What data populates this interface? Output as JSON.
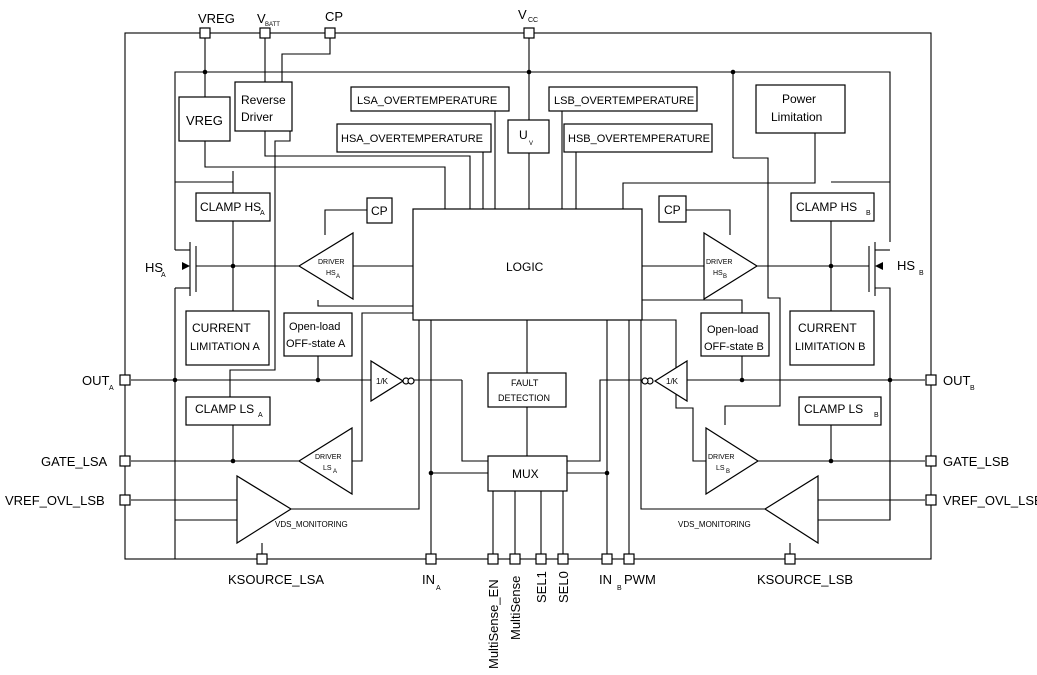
{
  "pins": {
    "vreg": "VREG",
    "vbatt_main": "V",
    "vbatt_sub": "BATT",
    "cp": "CP",
    "vcc_main": "V",
    "vcc_sub": "CC",
    "hsa_main": "HS",
    "hsa_sub": "A",
    "hsb_main": "HS",
    "hsb_sub": "B",
    "outa_main": "OUT",
    "outa_sub": "A",
    "outb_main": "OUT",
    "outb_sub": "B",
    "gate_lsa": "GATE_LSA",
    "gate_lsb": "GATE_LSB",
    "vref_ovl_lsb_left": "VREF_OVL_LSB",
    "vref_ovl_lsb_right": "VREF_OVL_LSB",
    "ksource_lsa": "KSOURCE_LSA",
    "ksource_lsb": "KSOURCE_LSB",
    "ina_main": "IN",
    "ina_sub": "A",
    "inb_main": "IN",
    "inb_sub": "B",
    "pwm": "PWM",
    "multisense_en": "MultiSense_EN",
    "multisense": "MultiSense",
    "sel1": "SEL1",
    "sel0": "SEL0"
  },
  "blocks": {
    "vreg": "VREG",
    "reverse_driver_line1": "Reverse",
    "reverse_driver_line2": "Driver",
    "lsa_overtemp": "LSA_OVERTEMPERATURE",
    "hsa_overtemp": "HSA_OVERTEMPERATURE",
    "lsb_overtemp": "LSB_OVERTEMPERATURE",
    "hsb_overtemp": "HSB_OVERTEMPERATURE",
    "uv_main": "U",
    "uv_sub": "V",
    "power_limitation_line1": "Power",
    "power_limitation_line2": "Limitation",
    "clamp_hs_a_main": "CLAMP HS",
    "clamp_hs_a_sub": "A",
    "clamp_hs_b_main": "CLAMP HS",
    "clamp_hs_b_sub": "B",
    "cp_left": "CP",
    "cp_right": "CP",
    "logic": "LOGIC",
    "current_lim_a_line1": "CURRENT",
    "current_lim_a_line2": "LIMITATION A",
    "current_lim_b_line1": "CURRENT",
    "current_lim_b_line2": "LIMITATION B",
    "openload_a_line1": "Open-load",
    "openload_a_line2": "OFF-state A",
    "openload_b_line1": "Open-load",
    "openload_b_line2": "OFF-state B",
    "clamp_ls_a_main": "CLAMP LS",
    "clamp_ls_a_sub": "A",
    "clamp_ls_b_main": "CLAMP LS",
    "clamp_ls_b_sub": "B",
    "fault_line1": "FAULT",
    "fault_line2": "DETECTION",
    "mux": "MUX"
  },
  "amplifiers": {
    "driver_hsa_line1": "DRIVER",
    "driver_hsa_main": "HS",
    "driver_hsa_sub": "A",
    "driver_hsb_line1": "DRIVER",
    "driver_hsb_main": "HS",
    "driver_hsb_sub": "B",
    "driver_lsa_line1": "DRIVER",
    "driver_lsa_main": "LS",
    "driver_lsa_sub": "A",
    "driver_lsb_line1": "DRIVER",
    "driver_lsb_main": "LS",
    "driver_lsb_sub": "B",
    "buffer_a": "1/K",
    "buffer_b": "1/K",
    "vds_monitoring_left": "VDS_MONITORING",
    "vds_monitoring_right": "VDS_MONITORING"
  }
}
